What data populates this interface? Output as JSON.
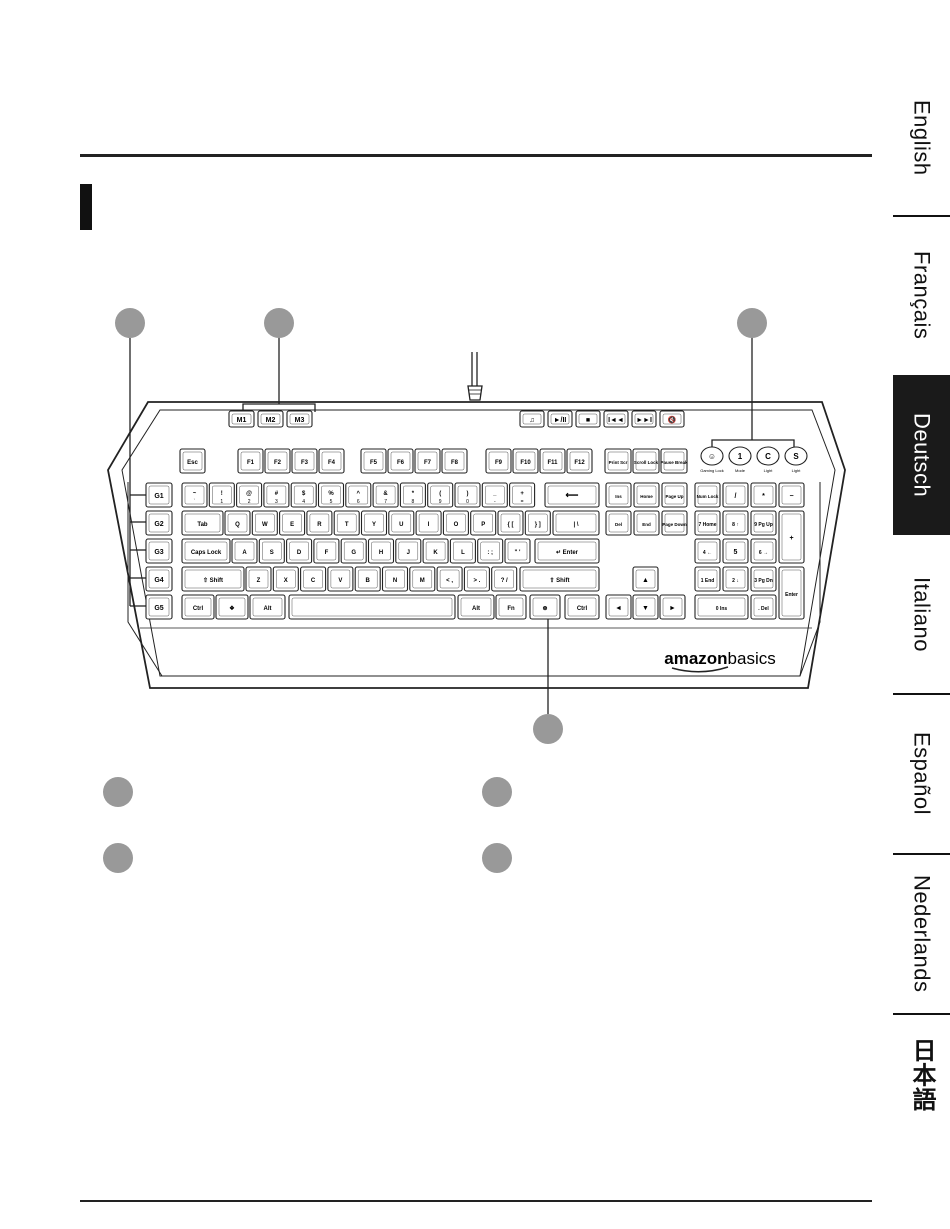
{
  "languages": [
    {
      "label": "English",
      "active": false
    },
    {
      "label": "Français",
      "active": false
    },
    {
      "label": "Deutsch",
      "active": true
    },
    {
      "label": "Italiano",
      "active": false
    },
    {
      "label": "Español",
      "active": false
    },
    {
      "label": "Nederlands",
      "active": false
    },
    {
      "label": "日本語",
      "active": false
    }
  ],
  "keyboard": {
    "brand_prefix": "amazon",
    "brand_suffix": "basics",
    "macro_keys": [
      "M1",
      "M2",
      "M3"
    ],
    "media_keys": [
      "♫",
      "►/II",
      "■",
      "I◄◄",
      "►►I",
      "🔇"
    ],
    "mode_keys": [
      {
        "key": "☺",
        "sub": "Gaming Lock"
      },
      {
        "key": "1",
        "sub": "Mode"
      },
      {
        "key": "C",
        "sub": "Light"
      },
      {
        "key": "S",
        "sub": "Light"
      }
    ],
    "g_keys": [
      "G1",
      "G2",
      "G3",
      "G4",
      "G5"
    ],
    "fn_row": [
      "Esc",
      "F1",
      "F2",
      "F3",
      "F4",
      "F5",
      "F6",
      "F7",
      "F8",
      "F9",
      "F10",
      "F11",
      "F12"
    ],
    "sys_keys": [
      "Print Scr",
      "Scroll Lock",
      "Pause Break"
    ],
    "row1": [
      [
        "~",
        "`"
      ],
      [
        "!",
        "1"
      ],
      [
        "@",
        "2"
      ],
      [
        "#",
        "3"
      ],
      [
        "$",
        "4"
      ],
      [
        "%",
        "5"
      ],
      [
        "^",
        "6"
      ],
      [
        "&",
        "7"
      ],
      [
        "*",
        "8"
      ],
      [
        "(",
        "9"
      ],
      [
        ")",
        "0"
      ],
      [
        "_",
        "-"
      ],
      [
        "+",
        "="
      ],
      [
        "⟵",
        ""
      ]
    ],
    "row2": [
      "Tab",
      "Q",
      "W",
      "E",
      "R",
      "T",
      "Y",
      "U",
      "I",
      "O",
      "P",
      "{ [",
      "} ]",
      "| \\"
    ],
    "row3": [
      "Caps Lock",
      "A",
      "S",
      "D",
      "F",
      "G",
      "H",
      "J",
      "K",
      "L",
      ": ;",
      "\" '",
      "↵ Enter"
    ],
    "row4": [
      "⇧ Shift",
      "Z",
      "X",
      "C",
      "V",
      "B",
      "N",
      "M",
      "< ,",
      "> .",
      "? /",
      "⇧ Shift"
    ],
    "row5": [
      "Ctrl",
      "❖",
      "Alt",
      "",
      "Alt",
      "Fn",
      "⊛",
      "Ctrl"
    ],
    "nav_keys": [
      "Ins",
      "Home",
      "Page Up",
      "Del",
      "End",
      "Page Down"
    ],
    "arrow_keys": [
      "▲",
      "◄",
      "▼",
      "►"
    ],
    "numpad": [
      "Num Lock",
      "/",
      "*",
      "−",
      "7 Home",
      "8 ↑",
      "9 Pg Up",
      "+",
      "4 ←",
      "5",
      "6 →",
      "1 End",
      "2 ↓",
      "3 Pg Dn",
      "Enter",
      "0 Ins",
      ". Del"
    ]
  }
}
